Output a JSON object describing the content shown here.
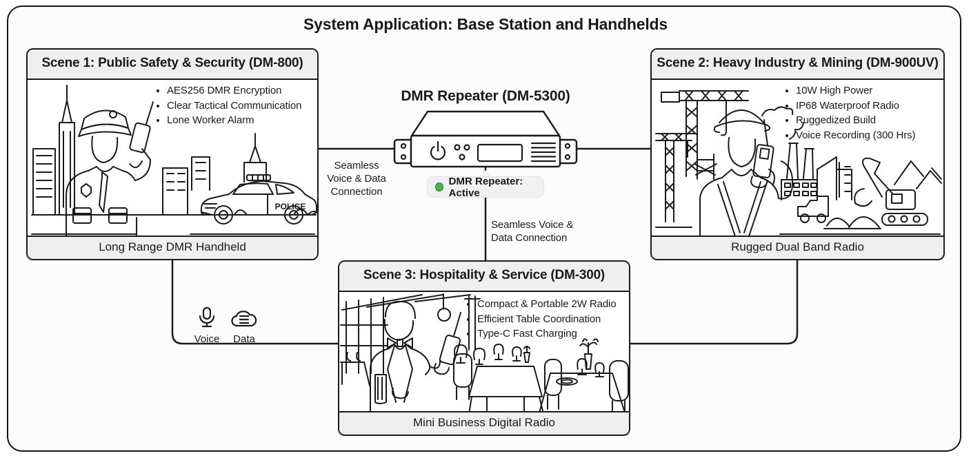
{
  "title": "System Application: Base Station and Handhelds",
  "repeater": {
    "title": "DMR Repeater (DM-5300)",
    "status_label": "DMR Repeater: Active"
  },
  "connections": {
    "left_label_lines": [
      "Seamless",
      "Voice & Data",
      "Connection"
    ],
    "bottom_label_lines": [
      "Seamless Voice &",
      "Data Connection"
    ],
    "voice_label": "Voice",
    "data_label": "Data"
  },
  "scenes": [
    {
      "title": "Scene 1: Public Safety & Security (DM-800)",
      "bullets": [
        "AES256 DMR Encryption",
        "Clear Tactical Communication",
        "Lone Worker Alarm"
      ],
      "caption": "Long Range DMR Handheld",
      "art_label": "POLICE"
    },
    {
      "title": "Scene 2: Heavy Industry & Mining (DM-900UV)",
      "bullets": [
        "10W High Power",
        "IP68 Waterproof Radio",
        "Ruggedized Build",
        "Voice Recording (300 Hrs)"
      ],
      "caption": "Rugged Dual Band Radio"
    },
    {
      "title": "Scene 3: Hospitality & Service (DM-300)",
      "bullets": [
        "Compact & Portable 2W Radio",
        "Efficient Table Coordination",
        "Type-C Fast Charging"
      ],
      "caption": "Mini Business Digital Radio"
    }
  ],
  "colors": {
    "ink": "#1a1a1a",
    "panel_gray": "#efefef",
    "badge_bg": "#f1f1f1",
    "status_green": "#4caf50",
    "background": "#fcfcfc"
  }
}
